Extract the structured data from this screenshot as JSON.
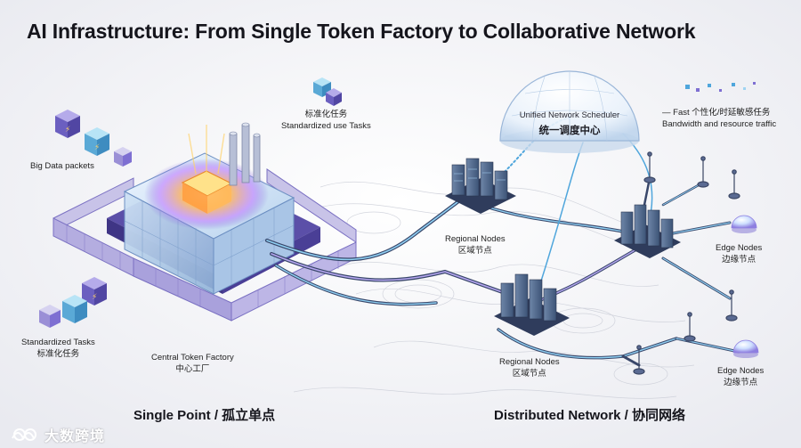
{
  "title": "AI Infrastructure: From Single Token Factory to Collaborative Network",
  "labels": {
    "big_data_packets": "Big Data packets",
    "standardized_top_cn": "标准化任务",
    "standardized_top_en": "Standardized use Tasks",
    "standardized_bottom_en": "Standardized Tasks",
    "standardized_bottom_cn": "标准化任务",
    "central_factory_en": "Central Token Factory",
    "central_factory_cn": "中心工厂",
    "scheduler_en": "Unified Network Scheduler",
    "scheduler_cn": "统一调度中心",
    "fast_line1": "— Fast 个性化/时延敏感任务",
    "fast_line2": "Bandwidth and resource traffic",
    "regional_top_en": "Regional Nodes",
    "regional_top_cn": "区域节点",
    "regional_bottom_en": "Regional Nodes",
    "regional_bottom_cn": "区域节点",
    "edge_top_en": "Edge Nodes",
    "edge_top_cn": "边缘节点",
    "edge_bottom_en": "Edge Nodes",
    "edge_bottom_cn": "边缘节点",
    "single_point": "Single Point / 孤立单点",
    "distributed": "Distributed Network / 协同网络"
  },
  "watermark": {
    "text": "大数跨境"
  },
  "colors": {
    "accent_purple": "#6a5fc1",
    "accent_blue": "#4fa6dc",
    "cable_dark": "#39476a",
    "glow_orange": "#ffb347",
    "background": "#f3f4f7"
  }
}
